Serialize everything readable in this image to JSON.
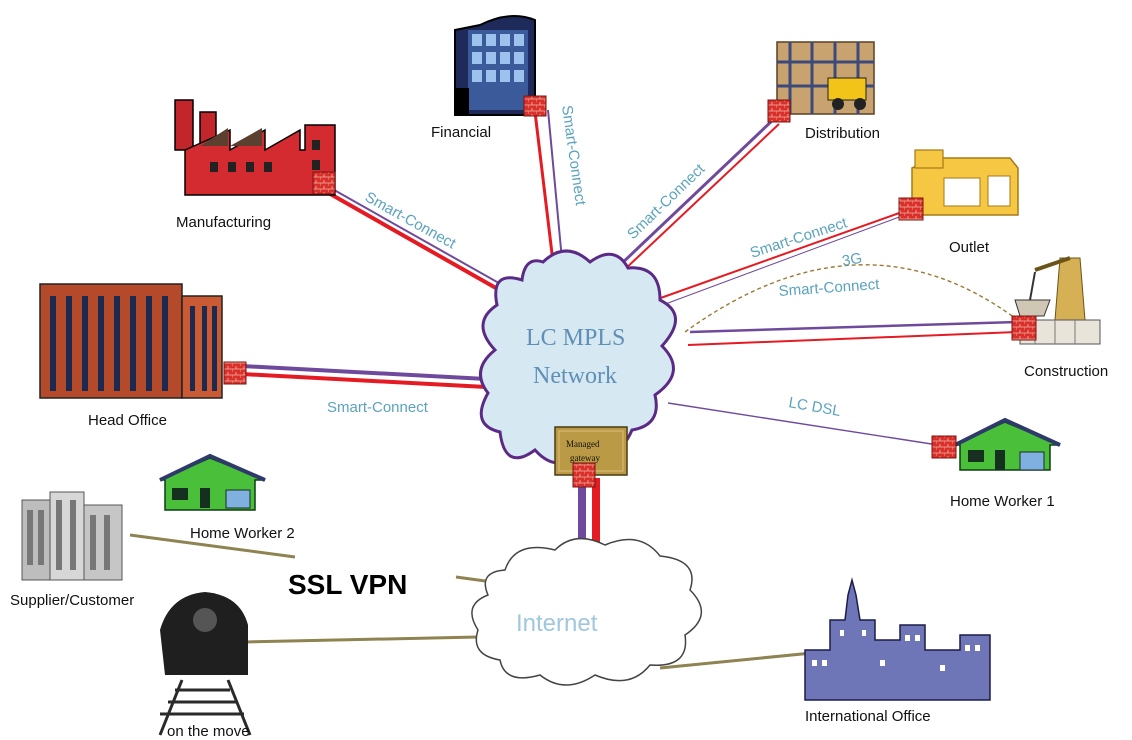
{
  "cloud": {
    "line1": "LC MPLS",
    "line2": "Network",
    "gateway_line1": "Managed",
    "gateway_line2": "gateway"
  },
  "internet_label": "Internet",
  "ssl_vpn_label": "SSL VPN",
  "sites": {
    "financial": "Financial",
    "distribution": "Distribution",
    "manufacturing": "Manufacturing",
    "outlet": "Outlet",
    "construction": "Construction",
    "head_office": "Head Office",
    "home_worker_1": "Home Worker 1",
    "home_worker_2": "Home Worker  2",
    "supplier_customer": "Supplier/Customer",
    "on_the_move": "on the move",
    "international_office": "International Office"
  },
  "links": {
    "smart_connect": "Smart-Connect",
    "g3": "3G",
    "lc_dsl": "LC DSL"
  },
  "colors": {
    "red_link": "#e41b23",
    "purple_link": "#6f4a9c",
    "vpn_link": "#8f8351",
    "link_text": "#5ba3bd",
    "cloud_fill": "#d6e8f1",
    "cloud_stroke": "#5b2a86"
  }
}
